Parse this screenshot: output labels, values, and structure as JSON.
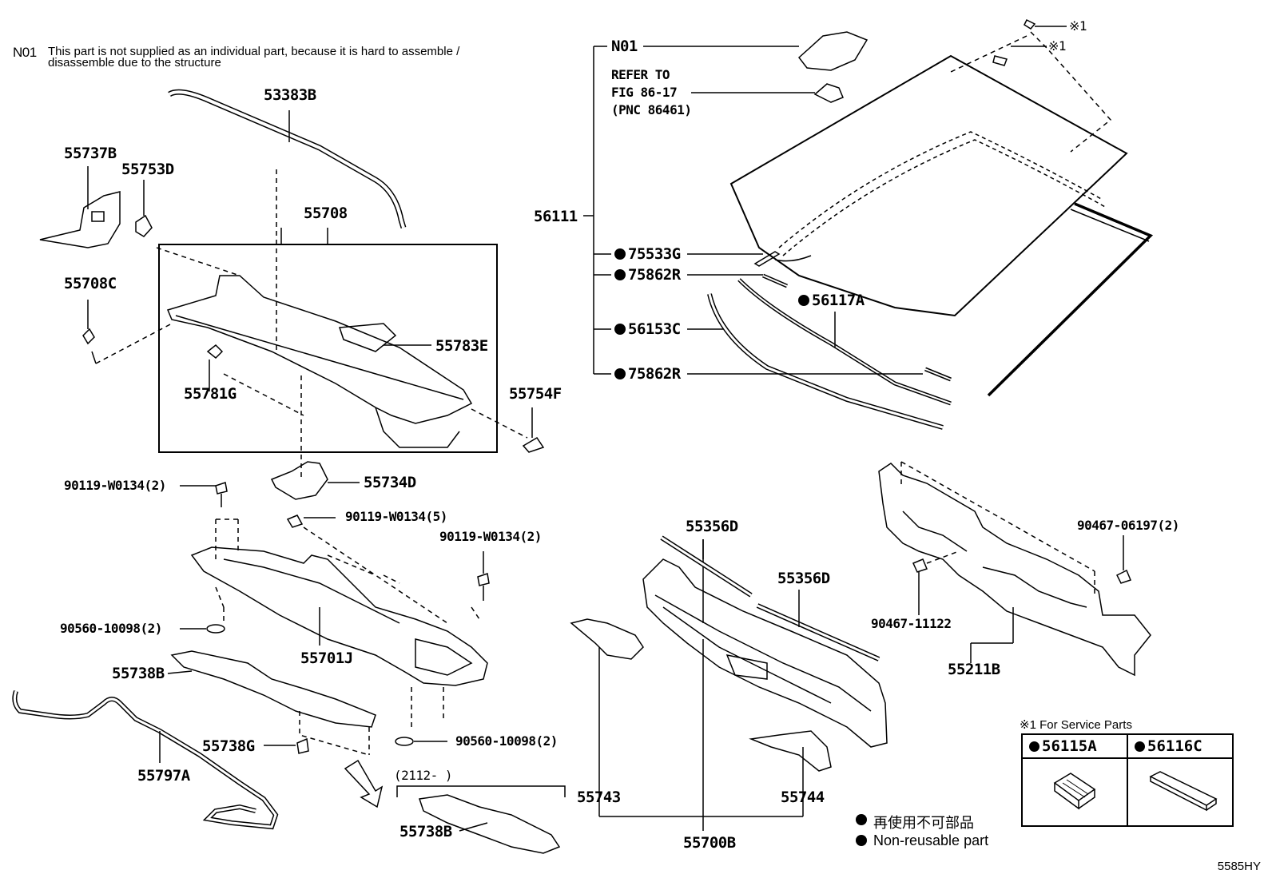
{
  "note": {
    "id": "N01",
    "text_line1": "This part is not supplied as an individual part, because it is hard to assemble /",
    "text_line2": "disassemble due to the structure"
  },
  "refer": {
    "line1": "REFER TO",
    "line2": "FIG 86-17",
    "line3": "(PNC 86461)"
  },
  "labels": {
    "l53383B": "53383B",
    "l55737B": "55737B",
    "l55753D": "55753D",
    "l55708": "55708",
    "l55708C": "55708C",
    "l55783E": "55783E",
    "l55781G": "55781G",
    "l55754F": "55754F",
    "l55734D": "55734D",
    "l90119a": "90119-W0134(2)",
    "l90119b": "90119-W0134(5)",
    "l90119c": "90119-W0134(2)",
    "l90560a": "90560-10098(2)",
    "l90560b": "90560-10098(2)",
    "l55701J": "55701J",
    "l55738B": "55738B",
    "l55738G": "55738G",
    "l55797A": "55797A",
    "l55738B2": "55738B",
    "l2112": "(2112-   )",
    "l55743": "55743",
    "l55700B": "55700B",
    "l55744": "55744",
    "l55356D1": "55356D",
    "l55356D2": "55356D",
    "l55211B": "55211B",
    "l90467a": "90467-11122",
    "l90467b": "90467-06197(2)",
    "lN01": "N01",
    "l56111": "56111",
    "l75533G": "75533G",
    "l75862R1": "75862R",
    "l56153C": "56153C",
    "l75862R2": "75862R",
    "l56117A": "56117A",
    "lx1a": "※1",
    "lx1b": "※1"
  },
  "service": {
    "title": "※1 For Service Parts",
    "part1": "56115A",
    "part2": "56116C"
  },
  "legend": {
    "jp": "再使用不可部品",
    "en": "Non-reusable part"
  },
  "diagram_code": "5585HY"
}
